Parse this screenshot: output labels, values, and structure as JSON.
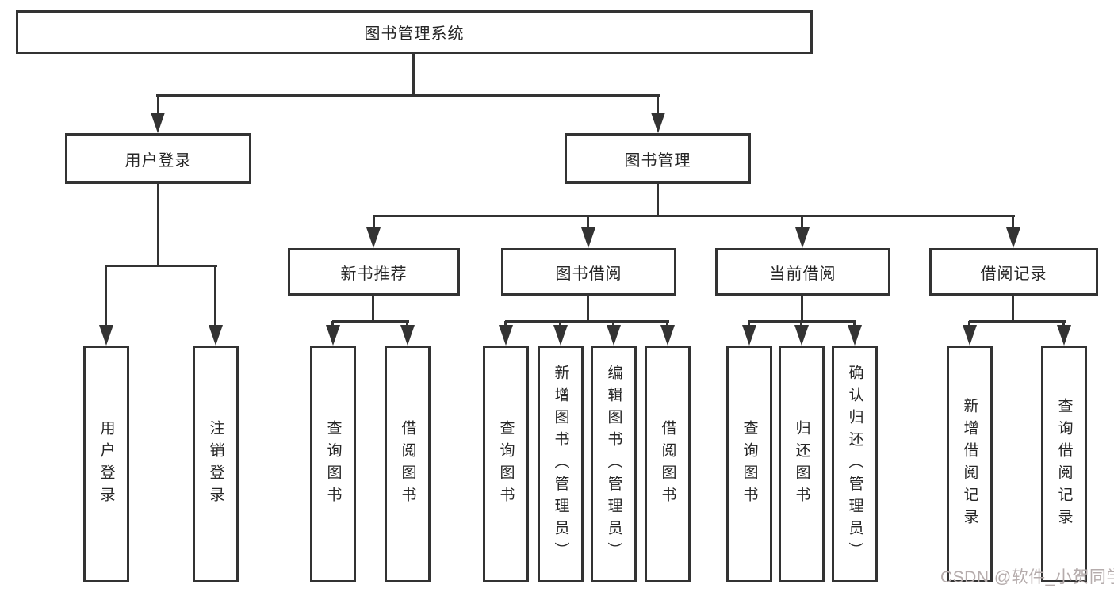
{
  "diagram": {
    "root": {
      "label": "图书管理系统",
      "children": [
        {
          "label": "用户登录",
          "children": [
            {
              "label": "用户登录"
            },
            {
              "label": "注销登录"
            }
          ]
        },
        {
          "label": "图书管理",
          "children": [
            {
              "label": "新书推荐",
              "children": [
                {
                  "label": "查询图书"
                },
                {
                  "label": "借阅图书"
                }
              ]
            },
            {
              "label": "图书借阅",
              "children": [
                {
                  "label": "查询图书"
                },
                {
                  "label": "新增图书（管理员）"
                },
                {
                  "label": "编辑图书（管理员）"
                },
                {
                  "label": "借阅图书"
                }
              ]
            },
            {
              "label": "当前借阅",
              "children": [
                {
                  "label": "查询图书"
                },
                {
                  "label": "归还图书"
                },
                {
                  "label": "确认归还（管理员）"
                }
              ]
            },
            {
              "label": "借阅记录",
              "children": [
                {
                  "label": "新增借阅记录"
                },
                {
                  "label": "查询借阅记录"
                }
              ]
            }
          ]
        }
      ]
    }
  },
  "watermark": {
    "text": "CSDN @软件_小贺同学"
  },
  "colors": {
    "line": "#333333",
    "border": "#333333",
    "text": "#262626",
    "watermark": "#b5acac",
    "background": "#ffffff"
  }
}
